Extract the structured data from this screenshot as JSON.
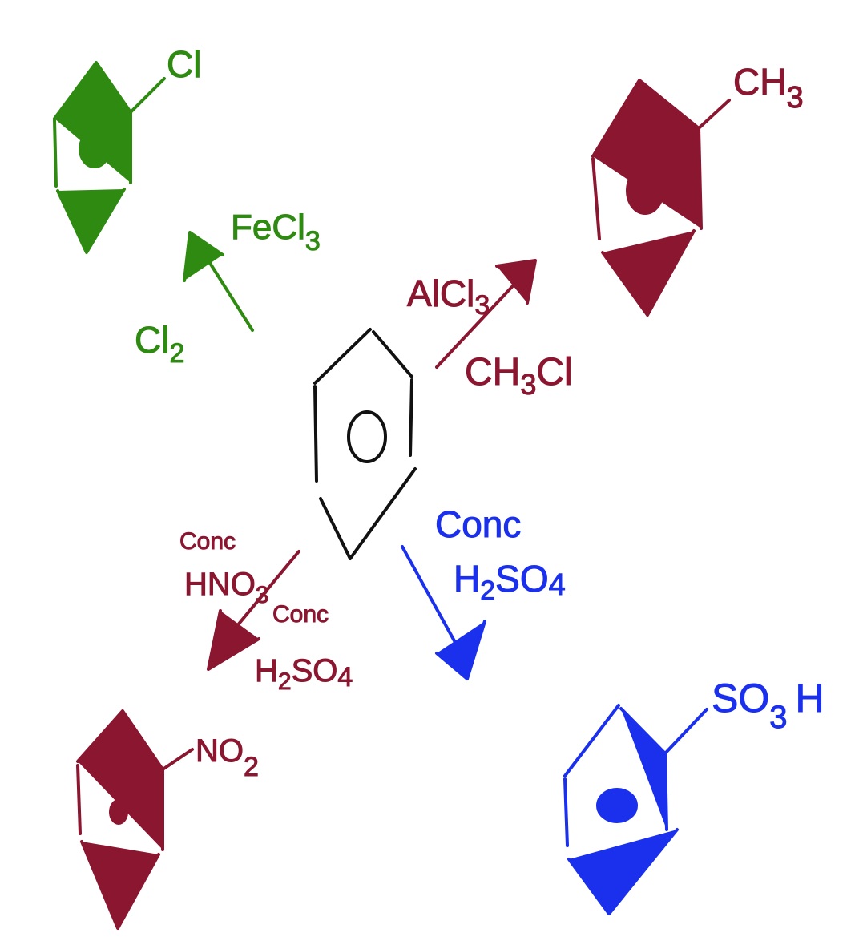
{
  "colors": {
    "chlorination": "#2f8a12",
    "alkylation": "#8a1630",
    "nitration": "#8a1630",
    "sulfonation": "#1a30ec",
    "benzene": "#111111"
  },
  "reactions": {
    "chlorination": {
      "product_substituent": [
        "Cl"
      ],
      "reagent": [
        "Cl",
        "2"
      ],
      "catalyst": [
        "FeCl",
        "3"
      ]
    },
    "alkylation": {
      "product_substituent": [
        "CH",
        "3"
      ],
      "catalyst": [
        "AlCl",
        "3"
      ],
      "reagent": [
        "CH",
        "3",
        "Cl"
      ]
    },
    "nitration": {
      "product_substituent": [
        "NO",
        "2"
      ],
      "reagent_1": {
        "conc": "Conc",
        "formula": [
          "HNO",
          "3"
        ]
      },
      "reagent_2": {
        "conc": "Conc",
        "formula": [
          "H",
          "2",
          "SO",
          "4"
        ]
      }
    },
    "sulfonation": {
      "product_substituent": [
        "SO",
        "3",
        "H"
      ],
      "reagent": {
        "conc": "Conc",
        "formula": [
          "H",
          "2",
          "SO",
          "4"
        ]
      }
    }
  }
}
